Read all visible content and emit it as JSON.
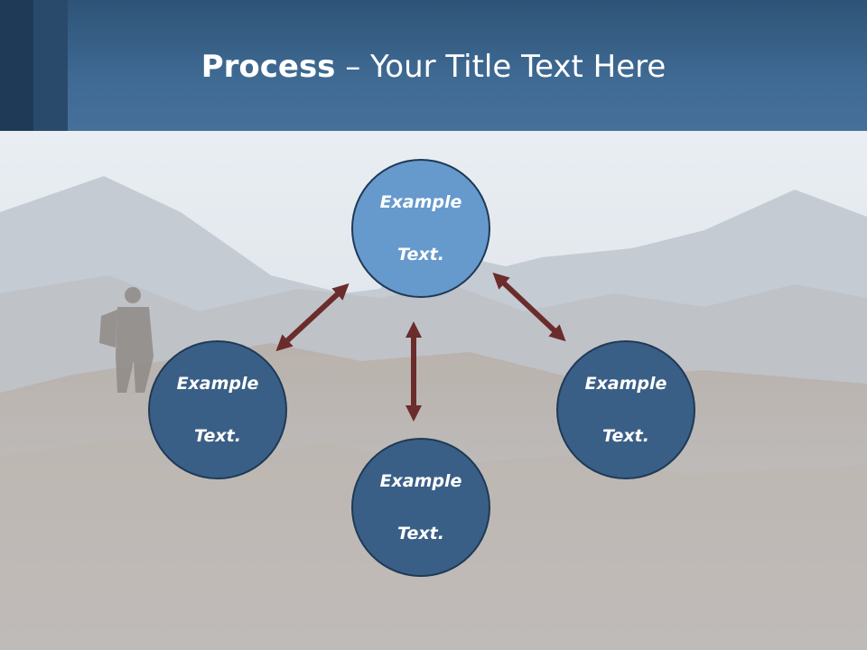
{
  "title": {
    "bold": "Process",
    "rest": " – Your Title Text Here"
  },
  "nodes": {
    "top": {
      "line1": "Example",
      "line2": "Text."
    },
    "left": {
      "line1": "Example",
      "line2": "Text."
    },
    "right": {
      "line1": "Example",
      "line2": "Text."
    },
    "bottom": {
      "line1": "Example",
      "line2": "Text."
    }
  },
  "colors": {
    "header": "#3f6a93",
    "node_highlight": "#6699cc",
    "node_default": "#3a5f86",
    "arrow": "#6b2c2c"
  }
}
